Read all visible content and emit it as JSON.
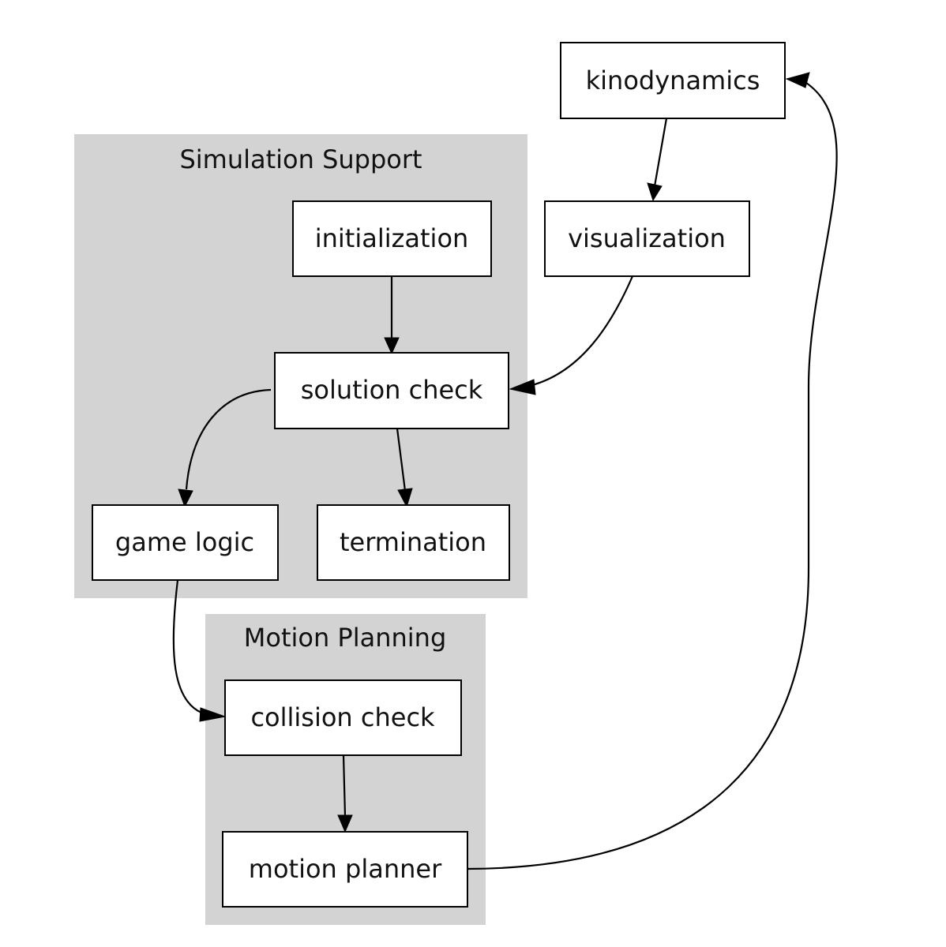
{
  "clusters": {
    "simulation_support": "Simulation Support",
    "motion_planning": "Motion Planning"
  },
  "nodes": {
    "kinodynamics": "kinodynamics",
    "visualization": "visualization",
    "initialization": "initialization",
    "solution_check": "solution check",
    "game_logic": "game logic",
    "termination": "termination",
    "collision_check": "collision check",
    "motion_planner": "motion planner"
  },
  "edges": [
    {
      "from": "kinodynamics",
      "to": "visualization"
    },
    {
      "from": "initialization",
      "to": "solution_check"
    },
    {
      "from": "visualization",
      "to": "solution_check"
    },
    {
      "from": "solution_check",
      "to": "game_logic"
    },
    {
      "from": "solution_check",
      "to": "termination"
    },
    {
      "from": "game_logic",
      "to": "collision_check"
    },
    {
      "from": "collision_check",
      "to": "motion_planner"
    },
    {
      "from": "motion_planner",
      "to": "kinodynamics"
    }
  ]
}
